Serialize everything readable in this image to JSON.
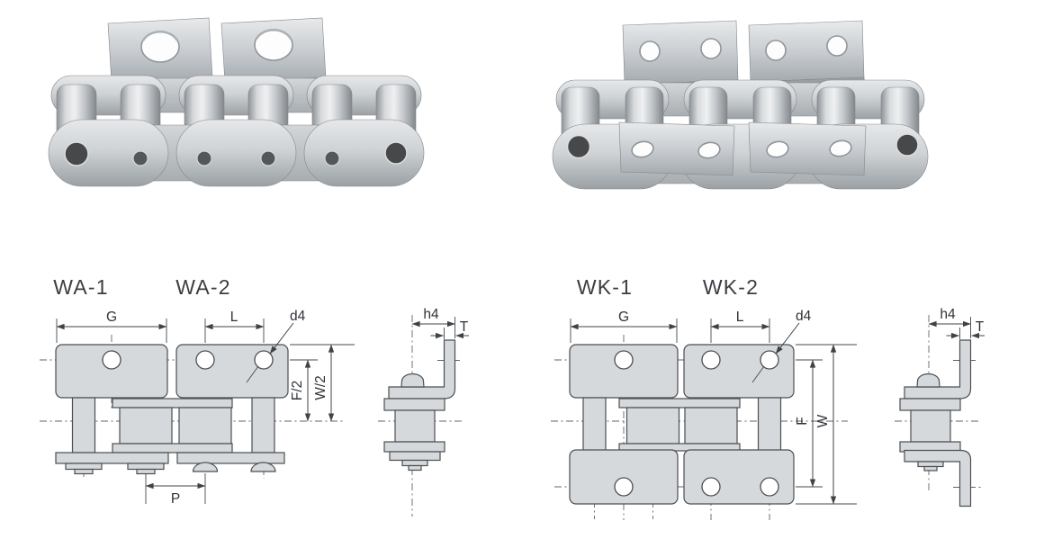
{
  "wa": {
    "title_1": "WA-1",
    "title_2": "WA-2",
    "dim_G": "G",
    "dim_L": "L",
    "dim_d4": "d4",
    "dim_F2": "F/2",
    "dim_W2": "W/2",
    "dim_P": "P",
    "dim_h4": "h4",
    "dim_T": "T"
  },
  "wk": {
    "title_1": "WK-1",
    "title_2": "WK-2",
    "dim_G": "G",
    "dim_L": "L",
    "dim_d4": "d4",
    "dim_F": "F",
    "dim_W": "W",
    "dim_h4": "h4",
    "dim_T": "T"
  },
  "photos": {
    "left": {
      "name": "wa-bent-attachment-chain-photo"
    },
    "right": {
      "name": "wk-attachment-chain-photo"
    }
  },
  "colors": {
    "background": "#ffffff",
    "diagram_line": "#4b4f53",
    "diagram_fill": "#d6d9db",
    "centerline": "#5f6367",
    "label_text": "#2f3337",
    "metal_light": "#eff0f1",
    "metal_mid": "#c3c7ca",
    "metal_dark": "#82878b"
  }
}
